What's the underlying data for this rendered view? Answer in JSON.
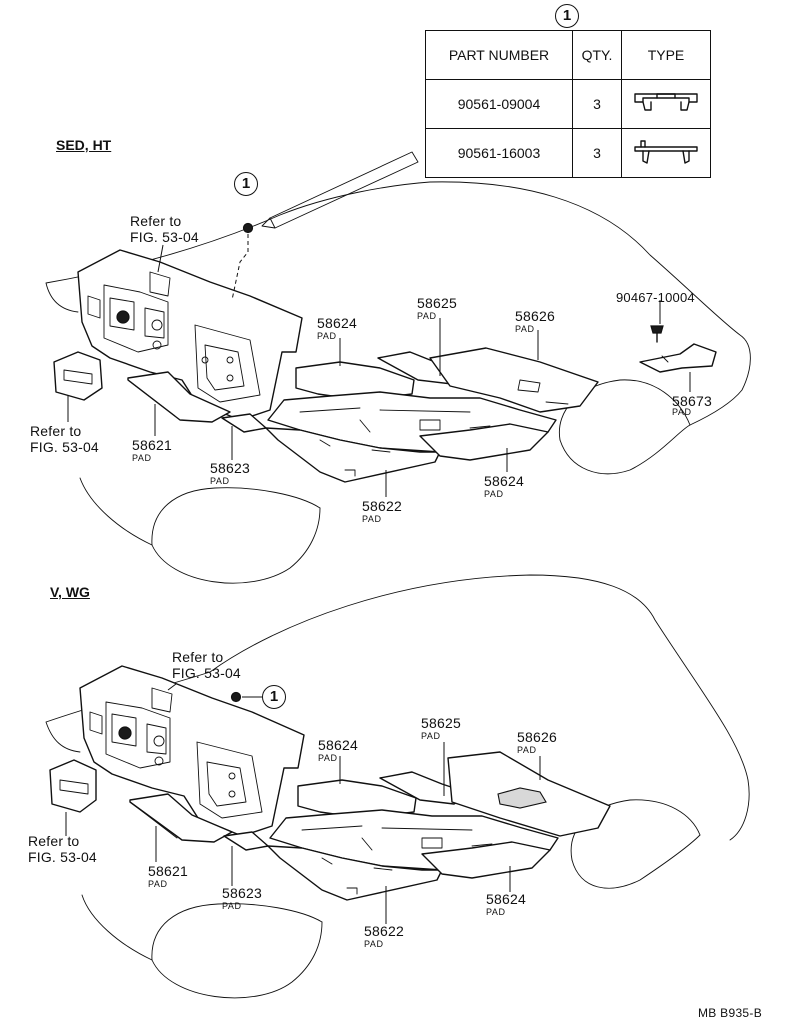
{
  "callout_marker": "1",
  "parts_table": {
    "marker": "1",
    "headers": {
      "part_number": "PART NUMBER",
      "qty": "QTY.",
      "type": "TYPE"
    },
    "rows": [
      {
        "part_number": "90561-09004",
        "qty": "3",
        "type_icon": "clip-type-a-icon"
      },
      {
        "part_number": "90561-16003",
        "qty": "3",
        "type_icon": "clip-type-b-icon"
      }
    ]
  },
  "sections": [
    {
      "title": "SED, HT",
      "refer": [
        {
          "line1": "Refer to",
          "line2": "FIG. 53-04"
        },
        {
          "line1": "Refer to",
          "line2": "FIG. 53-04"
        }
      ],
      "labels": [
        {
          "part": "58624",
          "sub": "PAD"
        },
        {
          "part": "58625",
          "sub": "PAD"
        },
        {
          "part": "58626",
          "sub": "PAD"
        },
        {
          "part": "90467-10004",
          "sub": ""
        },
        {
          "part": "58673",
          "sub": "PAD"
        },
        {
          "part": "58621",
          "sub": "PAD"
        },
        {
          "part": "58623",
          "sub": "PAD"
        },
        {
          "part": "58622",
          "sub": "PAD"
        },
        {
          "part": "58624",
          "sub": "PAD"
        }
      ]
    },
    {
      "title": "V, WG",
      "refer": [
        {
          "line1": "Refer to",
          "line2": "FIG. 53-04"
        },
        {
          "line1": "Refer to",
          "line2": "FIG. 53-04"
        }
      ],
      "labels": [
        {
          "part": "58624",
          "sub": "PAD"
        },
        {
          "part": "58625",
          "sub": "PAD"
        },
        {
          "part": "58626",
          "sub": "PAD"
        },
        {
          "part": "58621",
          "sub": "PAD"
        },
        {
          "part": "58623",
          "sub": "PAD"
        },
        {
          "part": "58622",
          "sub": "PAD"
        },
        {
          "part": "58624",
          "sub": "PAD"
        }
      ]
    }
  ],
  "drawing_code": "MB B935-B"
}
